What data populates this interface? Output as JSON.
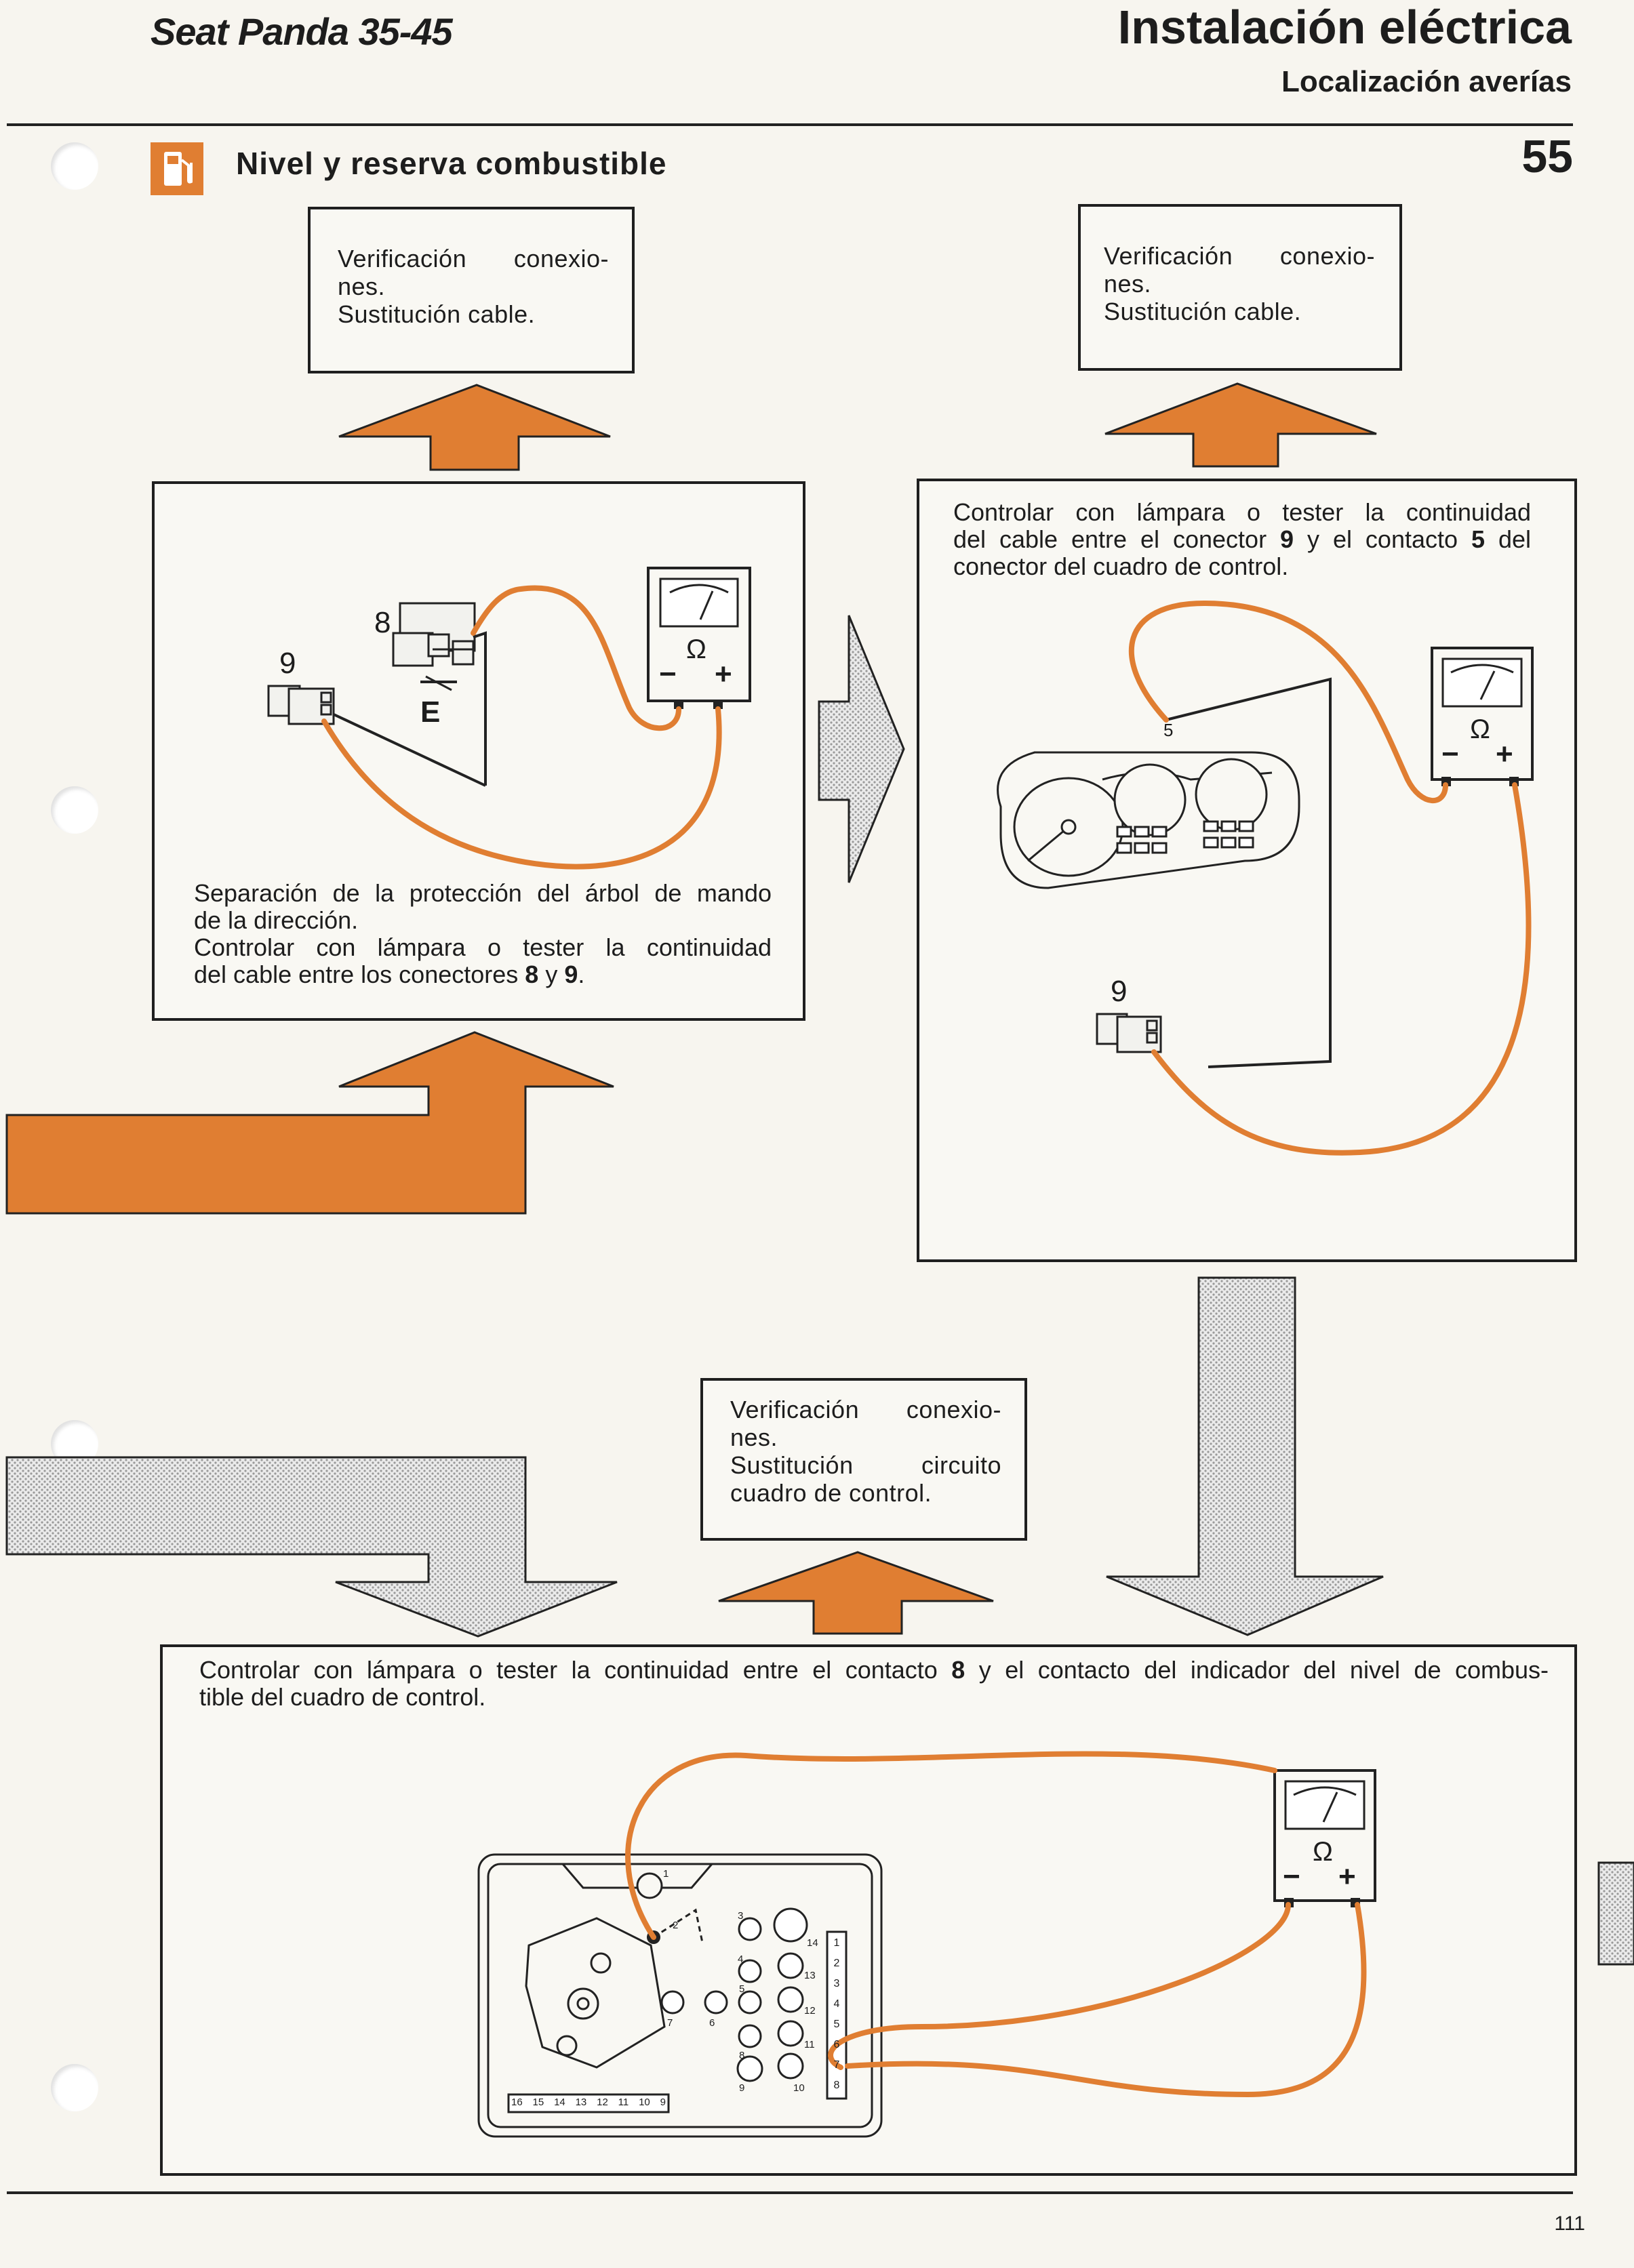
{
  "header": {
    "model": "Seat Panda 35-45",
    "section_title": "Instalación eléctrica",
    "subtitle": "Localización averías",
    "page_code": "55"
  },
  "topic": {
    "icon": "fuel-pump-icon",
    "title": "Nivel y reserva combustible"
  },
  "boxes": {
    "result_a": [
      "Verificación conexio-",
      "nes.",
      "Sustitución cable."
    ],
    "result_b": [
      "Verificación conexio-",
      "nes.",
      "Sustitución cable."
    ],
    "result_c": [
      "Verificación conexio-",
      "nes.",
      "Sustitución circuito",
      "cuadro de control."
    ],
    "step1": [
      "Separación de la protección del árbol de mando",
      "de la dirección.",
      "Controlar con lámpara o tester la continuidad",
      "del cable entre los conectores ",
      "8",
      " y ",
      "9",
      "."
    ],
    "step2": [
      "Controlar con lámpara o tester la continuidad",
      "del cable entre el conector ",
      "9",
      " y el contacto ",
      "5",
      " del",
      "conector del cuadro de control."
    ],
    "step3": [
      "Controlar con lámpara o tester la continuidad entre el contacto ",
      "8",
      " y el contacto del indicador del nivel de combus-",
      "tible del cuadro de control."
    ]
  },
  "diagram_labels": {
    "connector_9": "9",
    "connector_8": "8",
    "ground_e": "E",
    "contact_5": "5",
    "ohm": "Ω",
    "minus": "−",
    "plus": "+",
    "panel_numbers_right": [
      "1",
      "2",
      "3",
      "4",
      "5",
      "6",
      "7",
      "8"
    ],
    "panel_numbers_bottom": [
      "16",
      "15",
      "14",
      "13",
      "12",
      "11",
      "10",
      "9"
    ],
    "panel_pins": [
      "1",
      "2",
      "3",
      "4",
      "5",
      "6",
      "7",
      "8",
      "9",
      "10",
      "11",
      "12",
      "13",
      "14"
    ]
  },
  "footer": {
    "page_number": "111"
  },
  "colors": {
    "accent": "#e07e32",
    "line": "#1f1f1f",
    "paper": "#f7f5ef",
    "grey": "#b9b9b9"
  }
}
